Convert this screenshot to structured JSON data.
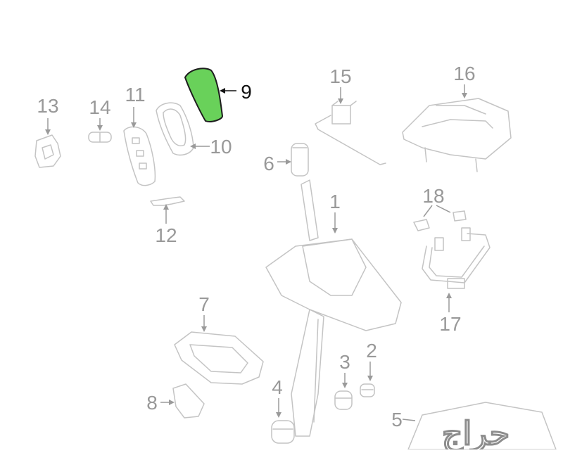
{
  "diagram": {
    "highlight_color": "#69d15a",
    "line_color": "#bdbdbd",
    "callout_color": "#999999",
    "active_callout_color": "#111111",
    "callouts": [
      {
        "id": "c9",
        "label": "9"
      },
      {
        "id": "c10",
        "label": "10"
      },
      {
        "id": "c11",
        "label": "11"
      },
      {
        "id": "c12",
        "label": "12"
      },
      {
        "id": "c13",
        "label": "13"
      },
      {
        "id": "c14",
        "label": "14"
      },
      {
        "id": "c15",
        "label": "15"
      },
      {
        "id": "c16",
        "label": "16"
      },
      {
        "id": "c6",
        "label": "6"
      },
      {
        "id": "c1",
        "label": "1"
      },
      {
        "id": "c18",
        "label": "18"
      },
      {
        "id": "c17",
        "label": "17"
      },
      {
        "id": "c7",
        "label": "7"
      },
      {
        "id": "c8",
        "label": "8"
      },
      {
        "id": "c3",
        "label": "3"
      },
      {
        "id": "c2",
        "label": "2"
      },
      {
        "id": "c4",
        "label": "4"
      },
      {
        "id": "c5",
        "label": "5"
      }
    ],
    "watermark": "حراج"
  }
}
